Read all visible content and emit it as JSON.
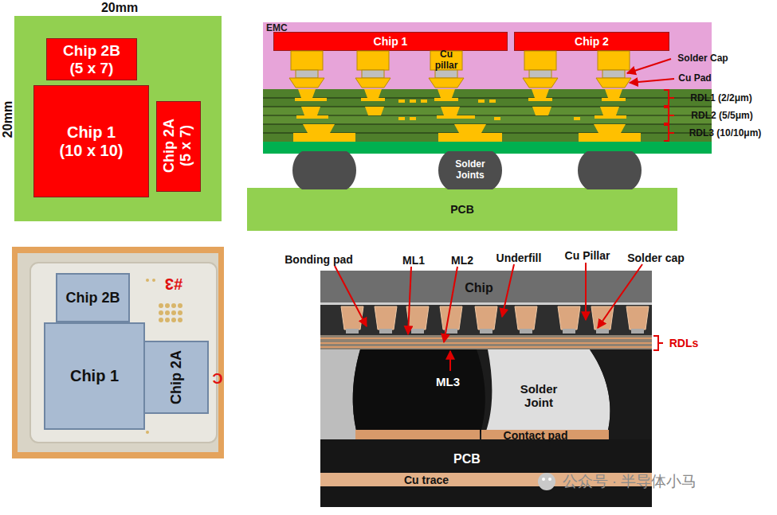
{
  "diagram": {
    "nodes": [
      {
        "text": [
          "Chip 2B",
          "(5 x 7)"
        ]
      },
      {
        "text": [
          "Chip 1",
          "(10 x 10)"
        ]
      },
      {
        "text": [
          "Chip 2A",
          "(5 x 7)"
        ]
      },
      {
        "text": [
          "EMC"
        ]
      },
      {
        "text": [
          "Chip 1"
        ],
        "in": 3
      },
      {
        "text": [
          "Chip 2"
        ],
        "in": 3
      },
      {
        "text": [
          "Solder Joints"
        ]
      },
      {
        "text": [
          "PCB"
        ]
      },
      {
        "text": [
          "Chip 2B"
        ]
      },
      {
        "text": [
          "Chip 1"
        ]
      },
      {
        "text": [
          "Chip 2A"
        ]
      }
    ],
    "labels": [
      "20mm",
      "20mm",
      "Cu pillar",
      "Solder Cap",
      "Cu Pad",
      "RDL1 (2/2μm)",
      "RDL2 (5/5μm)",
      "RDL3 (10/10μm)",
      "#3",
      "C",
      "Bonding pad",
      "ML1",
      "ML2",
      "Underfill",
      "Cu Pillar",
      "Solder cap",
      "Chip",
      "RDLs",
      "ML3",
      "Solder Joint",
      "Contact pad",
      "PCB",
      "Cu trace",
      "公众号 · 半导体小马"
    ]
  }
}
